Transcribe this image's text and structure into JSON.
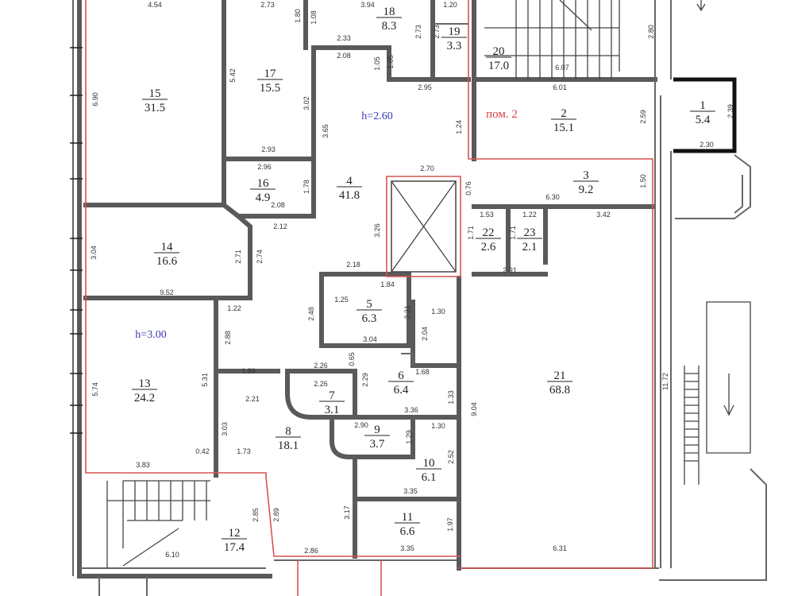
{
  "rooms": [
    {
      "num": "1",
      "area": "5.4"
    },
    {
      "num": "2",
      "area": "15.1"
    },
    {
      "num": "3",
      "area": "9.2"
    },
    {
      "num": "4",
      "area": "41.8"
    },
    {
      "num": "5",
      "area": "6.3"
    },
    {
      "num": "6",
      "area": "6.4"
    },
    {
      "num": "7",
      "area": "3.1"
    },
    {
      "num": "8",
      "area": "18.1"
    },
    {
      "num": "9",
      "area": "3.7"
    },
    {
      "num": "10",
      "area": "6.1"
    },
    {
      "num": "11",
      "area": "6.6"
    },
    {
      "num": "12",
      "area": "17.4"
    },
    {
      "num": "13",
      "area": "24.2"
    },
    {
      "num": "14",
      "area": "16.6"
    },
    {
      "num": "15",
      "area": "31.5"
    },
    {
      "num": "16",
      "area": "4.9"
    },
    {
      "num": "17",
      "area": "15.5"
    },
    {
      "num": "18",
      "area": "8.3"
    },
    {
      "num": "19",
      "area": "3.3"
    },
    {
      "num": "20",
      "area": "17.0"
    },
    {
      "num": "21",
      "area": "68.8"
    },
    {
      "num": "22",
      "area": "2.6"
    },
    {
      "num": "23",
      "area": "2.1"
    }
  ],
  "dimensions": [
    "4.54",
    "2.73",
    "3.94",
    "1.20",
    "6.90",
    "5.42",
    "1.80",
    "1.08",
    "2.33",
    "2.08",
    "1.05",
    "1.05",
    "2.73",
    "2.73",
    "2.95",
    "3.02",
    "3.65",
    "2.93",
    "2.96",
    "1.78",
    "2.08",
    "2.12",
    "1.24",
    "2.70",
    "0.76",
    "3.26",
    "3.04",
    "2.71",
    "2.74",
    "2.18",
    "9.52",
    "1.84",
    "1.25",
    "2.48",
    "2.31",
    "1.30",
    "3.04",
    "2.04",
    "1.22",
    "2.88",
    "0.65",
    "1.68",
    "5.31",
    "1.89",
    "2.26",
    "2.26",
    "2.21",
    "2.29",
    "3.36",
    "1.33",
    "9.04",
    "11.72",
    "5.74",
    "3.03",
    "2.90",
    "1.29",
    "1.30",
    "2.52",
    "3.35",
    "0.42",
    "1.73",
    "3.83",
    "2.85",
    "2.89",
    "3.17",
    "1.97",
    "3.35",
    "6.10",
    "2.86",
    "6.31",
    "6.07",
    "6.01",
    "2.80",
    "2.59",
    "2.39",
    "2.30",
    "1.50",
    "6.30",
    "3.42",
    "1.53",
    "1.22",
    "2.91",
    "1.71",
    "1.71"
  ],
  "ceiling_heights": [
    "h=2.60",
    "h=3.00"
  ],
  "premises_label": "пом. 2",
  "colors": {
    "boundary": "#d9534f",
    "wall": "#5a5a5a",
    "height_text": "#3a3ab0"
  }
}
